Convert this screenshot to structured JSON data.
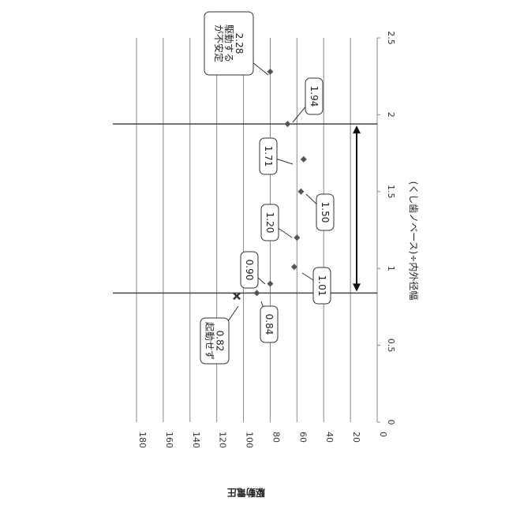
{
  "chart_data": {
    "type": "scatter",
    "orientation": "rotated-90-clockwise",
    "xlabel": "(くし歯ノベース)÷内外径幅",
    "ylabel": "駆動電圧",
    "xlim": [
      0,
      2.5
    ],
    "ylim": [
      0,
      180
    ],
    "xticks": [
      "0",
      "0.5",
      "1",
      "1.5",
      "2",
      "2.5"
    ],
    "yticks": [
      "0",
      "20",
      "40",
      "60",
      "80",
      "100",
      "120",
      "140",
      "160",
      "180"
    ],
    "grid": true,
    "points": [
      {
        "x": 0.82,
        "y": 105,
        "marker": "x",
        "label": [
          "0.82",
          "起動せず"
        ]
      },
      {
        "x": 0.84,
        "y": 90,
        "marker": "diamond",
        "label": [
          "0.84"
        ]
      },
      {
        "x": 0.9,
        "y": 80,
        "marker": "diamond",
        "label": [
          "0.90"
        ]
      },
      {
        "x": 1.01,
        "y": 62,
        "marker": "diamond",
        "label": [
          "1.01"
        ]
      },
      {
        "x": 1.2,
        "y": 60,
        "marker": "diamond",
        "label": [
          "1.20"
        ]
      },
      {
        "x": 1.5,
        "y": 57,
        "marker": "diamond",
        "label": [
          "1.50"
        ]
      },
      {
        "x": 1.71,
        "y": 55,
        "marker": "diamond",
        "label": [
          "1.71"
        ]
      },
      {
        "x": 1.94,
        "y": 67,
        "marker": "diamond",
        "label": [
          "1.94"
        ]
      },
      {
        "x": 2.28,
        "y": 80,
        "marker": "diamond",
        "label": [
          "2.28",
          "駆動する",
          "が不安定"
        ]
      }
    ],
    "range_markers": [
      0.84,
      1.94
    ]
  }
}
